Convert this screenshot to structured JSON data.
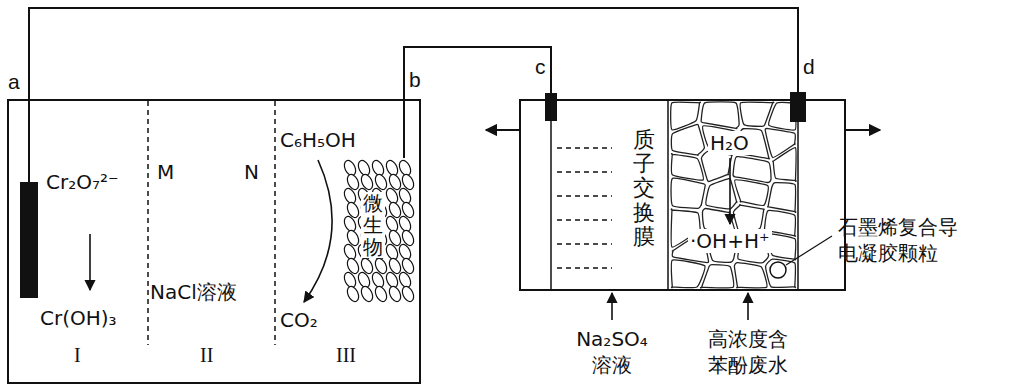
{
  "diagram": {
    "nodes": [
      {
        "text": [
          "a"
        ]
      },
      {
        "text": [
          "b"
        ]
      },
      {
        "text": [
          "c"
        ]
      },
      {
        "text": [
          "d"
        ]
      }
    ],
    "edges": [
      {
        "from": 0,
        "to": 3,
        "arrow": "none"
      },
      {
        "from": 1,
        "to": 2,
        "arrow": "none"
      }
    ],
    "labels": [
      "Cr₂O₇²⁻",
      "Cr(OH)₃",
      "I",
      "M",
      "N",
      "NaCl溶液",
      "II",
      "C₆H₅OH",
      "微生物",
      "CO₂",
      "III",
      "质子交换膜",
      "H₂O",
      "·OH+H⁺",
      "石墨烯复合导 电凝胶颗粒",
      "Na₂SO₄ 溶液",
      "高浓度含 苯酚废水"
    ]
  }
}
